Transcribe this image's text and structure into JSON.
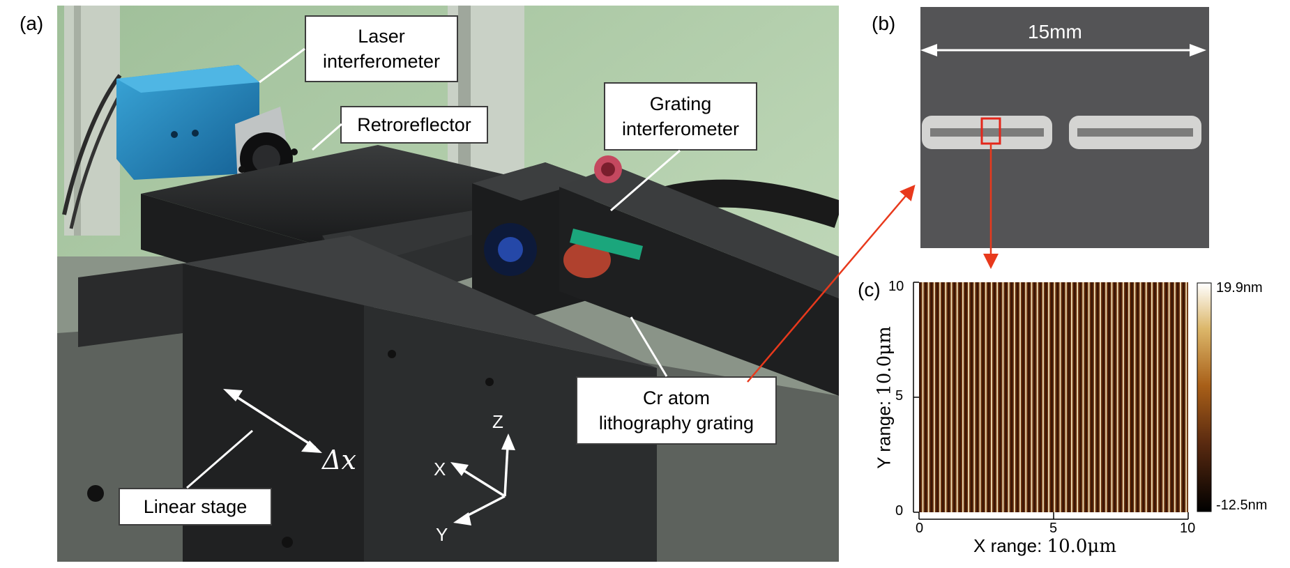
{
  "panels": {
    "a": "(a)",
    "b": "(b)",
    "c": "(c)"
  },
  "photo": {
    "callouts": {
      "laser_interferometer": "Laser\ninterferometer",
      "retroreflector": "Retroreflector",
      "grating_interferometer": "Grating\ninterferometer",
      "cr_atom_grating": "Cr atom\nlithography  grating",
      "linear_stage": "Linear stage"
    },
    "axes": {
      "x": "X",
      "y": "Y",
      "z": "Z"
    },
    "delta_x": "Δx"
  },
  "sem": {
    "scale_label": "15mm"
  },
  "afm": {
    "x_title": "X range:",
    "x_value": "10.0μm",
    "y_title": "Y range:",
    "y_value": "10.0μm",
    "x_ticks": [
      "0",
      "5",
      "10"
    ],
    "y_ticks": [
      "0",
      "5",
      "10"
    ],
    "colorbar_max": "19.9nm",
    "colorbar_min": "-12.5nm",
    "colors": {
      "low": "#000000",
      "mid": "#8b4513",
      "high": "#ffffff"
    }
  },
  "colors": {
    "photo_background": "#a9c7a0",
    "stage_dark": "#222324",
    "interferometer_blue": "#1e7fb8",
    "sem_background": "#505051",
    "highlight_red": "#e3261b",
    "arrow_red": "#e8391c"
  }
}
